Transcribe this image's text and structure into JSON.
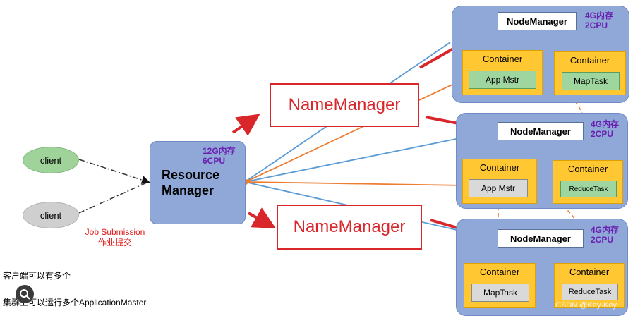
{
  "clients": [
    {
      "label": "client"
    },
    {
      "label": "client"
    }
  ],
  "job_submission": {
    "line1": "Job Submission",
    "line2": "作业提交"
  },
  "resource_manager": {
    "title_line1": "Resource",
    "title_line2": "Manager",
    "spec_line1": "12G内存",
    "spec_line2": "6CPU"
  },
  "name_managers": [
    {
      "label": "NameManager"
    },
    {
      "label": "NameManager"
    }
  ],
  "nodes": [
    {
      "label": "NodeManager",
      "spec_line1": "4G内存",
      "spec_line2": "2CPU",
      "containers": [
        {
          "label": "Container",
          "task": "App Mstr"
        },
        {
          "label": "Container",
          "task": "MapTask"
        }
      ]
    },
    {
      "label": "NodeManager",
      "spec_line1": "4G内存",
      "spec_line2": "2CPU",
      "containers": [
        {
          "label": "Container",
          "task": "App Mstr"
        },
        {
          "label": "Container",
          "task": "ReduceTask"
        }
      ]
    },
    {
      "label": "NodeManager",
      "spec_line1": "4G内存",
      "spec_line2": "2CPU",
      "containers": [
        {
          "label": "Container",
          "task": "MapTask"
        },
        {
          "label": "Container",
          "task": "ReduceTask"
        }
      ]
    }
  ],
  "notes": {
    "line1": "客户端可以有多个",
    "line2": "集群上可以运行多个ApplicationMaster"
  },
  "watermark": "CSDN @Key-Key",
  "colors": {
    "cluster_fill": "#8fa8d8",
    "container_fill": "#ffc833",
    "spec_purple": "#6a1fb0",
    "red_accent": "#d9262a",
    "blue_line": "#5b9bd5",
    "orange_line": "#ed7d31"
  }
}
